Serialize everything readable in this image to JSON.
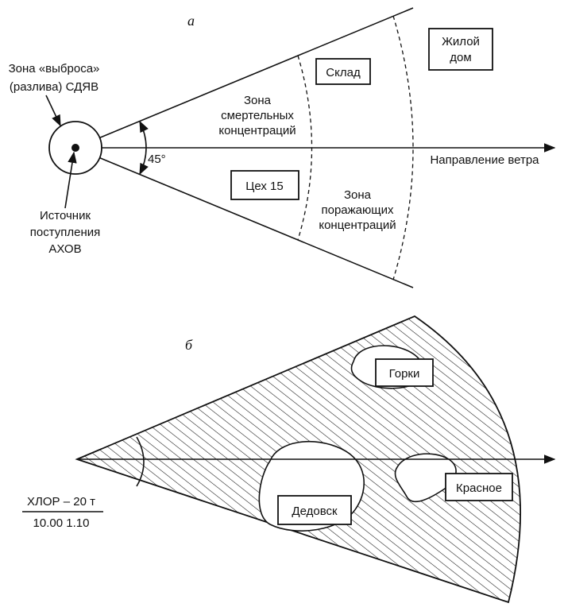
{
  "diagram_a": {
    "label": "а",
    "source_zone_label_line1": "Зона «выброса»",
    "source_zone_label_line2": "(разлива) СДЯВ",
    "source_label_line1": "Источник",
    "source_label_line2": "поступления",
    "source_label_line3": "АХОВ",
    "angle_label": "45°",
    "wind_label": "Направление ветра",
    "lethal_zone_line1": "Зона",
    "lethal_zone_line2": "смертельных",
    "lethal_zone_line3": "концентраций",
    "damaging_zone_line1": "Зона",
    "damaging_zone_line2": "поражающих",
    "damaging_zone_line3": "концентраций",
    "warehouse": "Склад",
    "workshop": "Цех 15",
    "house_line1": "Жилой",
    "house_line2": "дом"
  },
  "diagram_b": {
    "label": "б",
    "substance": "ХЛОР – 20 т",
    "times": "10.00  1.10",
    "settlements": [
      "Горки",
      "Дедовск",
      "Красное"
    ]
  }
}
